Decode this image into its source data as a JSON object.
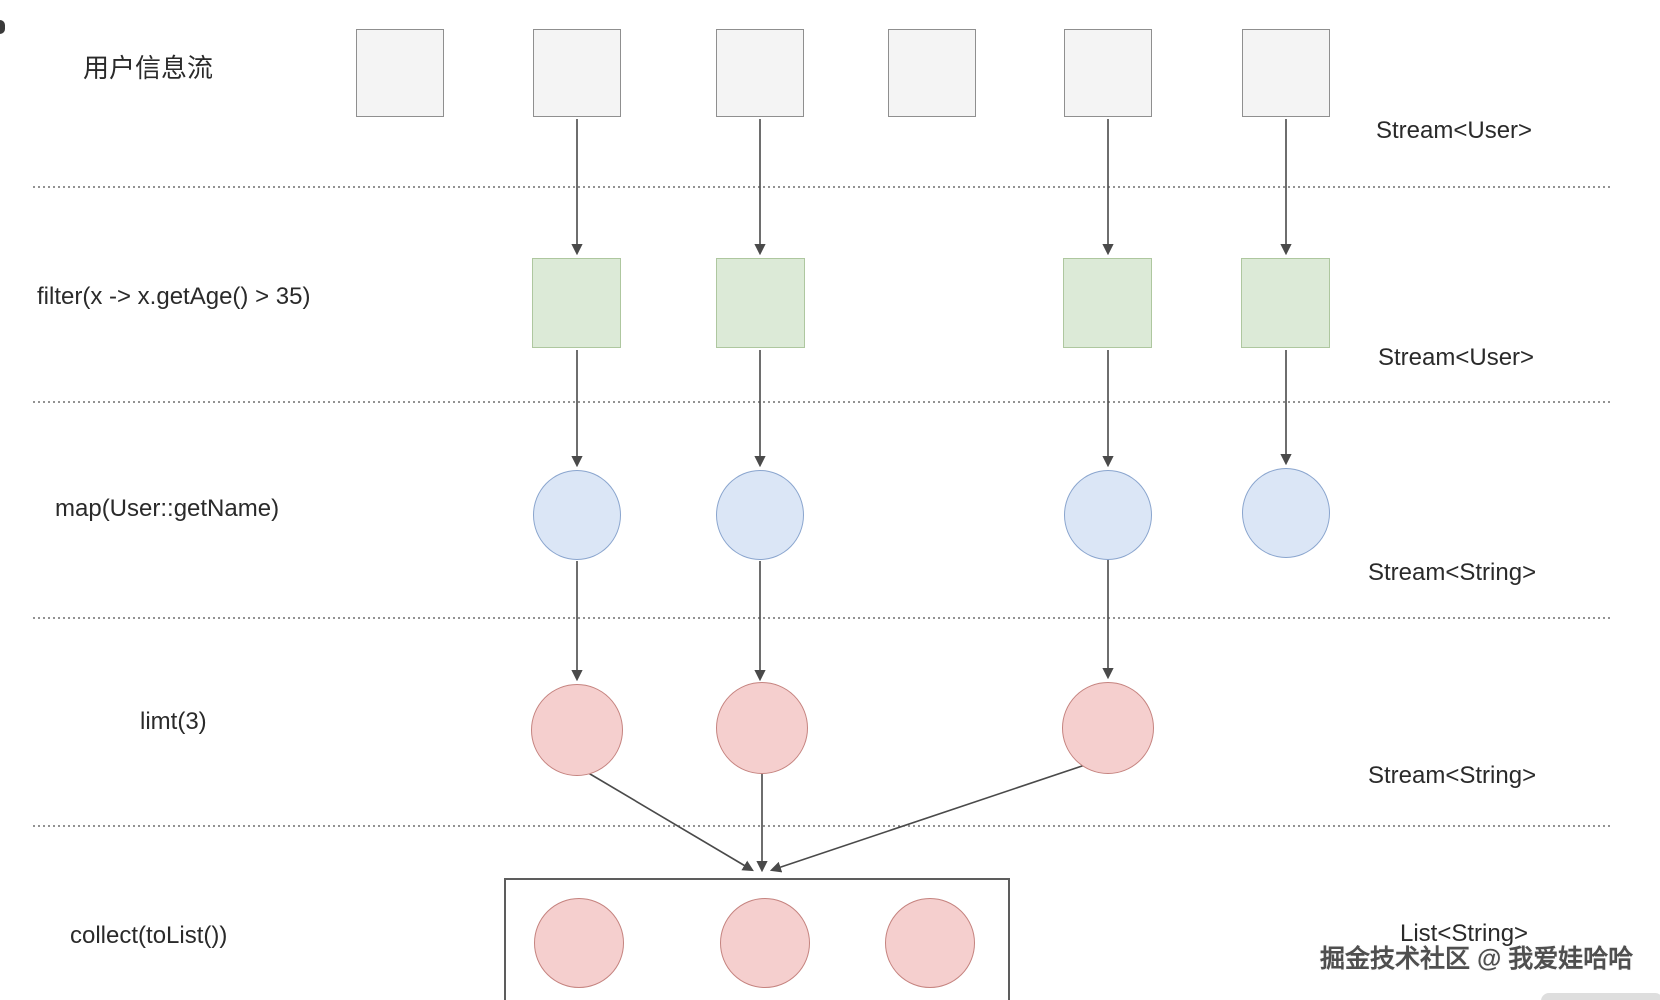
{
  "diagram": {
    "source": {
      "label": "用户信息流",
      "type": "Stream<User>"
    },
    "stages": [
      {
        "op": "filter(x -> x.getAge() > 35)",
        "type": "Stream<User>"
      },
      {
        "op": "map(User::getName)",
        "type": "Stream<String>"
      },
      {
        "op": "limt(3)",
        "type": "Stream<String>"
      },
      {
        "op": "collect(toList())",
        "type": "List<String>"
      }
    ],
    "element_counts": {
      "source": 6,
      "filter": 4,
      "map": 4,
      "limit": 3,
      "collect": 3
    },
    "watermark": "掘金技术社区 @ 我爱娃哈哈",
    "colors": {
      "square_fill": "#f4f4f4",
      "square_border": "#8f8f8f",
      "filter_fill": "#dcead7",
      "filter_border": "#aec79f",
      "map_fill": "#dbe6f6",
      "map_border": "#8aa5ce",
      "limit_fill": "#f5cfce",
      "limit_border": "#c5837f",
      "connector": "#4a4a4a"
    }
  }
}
